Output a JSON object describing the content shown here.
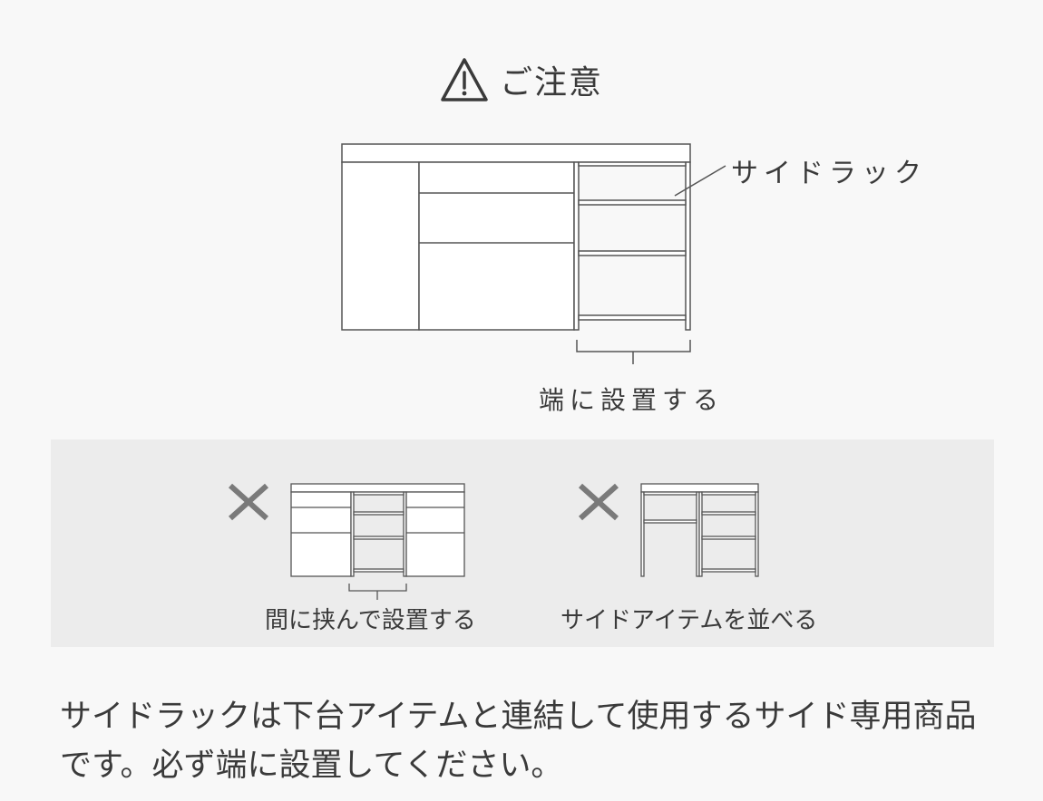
{
  "title": {
    "icon": "warning-icon",
    "text": "ご注意"
  },
  "main_diagram": {
    "rack_label": "サイドラック",
    "placement_label": "端に設置する"
  },
  "wrong_examples": [
    {
      "icon": "cross-icon",
      "label": "間に挟んで設置する"
    },
    {
      "icon": "cross-icon",
      "label": "サイドアイテムを並べる"
    }
  ],
  "note": "サイドラックは下台アイテムと連結して使用するサイド専用商品です。必ず端に設置してください。",
  "colors": {
    "background": "#f8f8f8",
    "panel": "#ececec",
    "line": "#555555",
    "cross": "#7a7a7a"
  }
}
